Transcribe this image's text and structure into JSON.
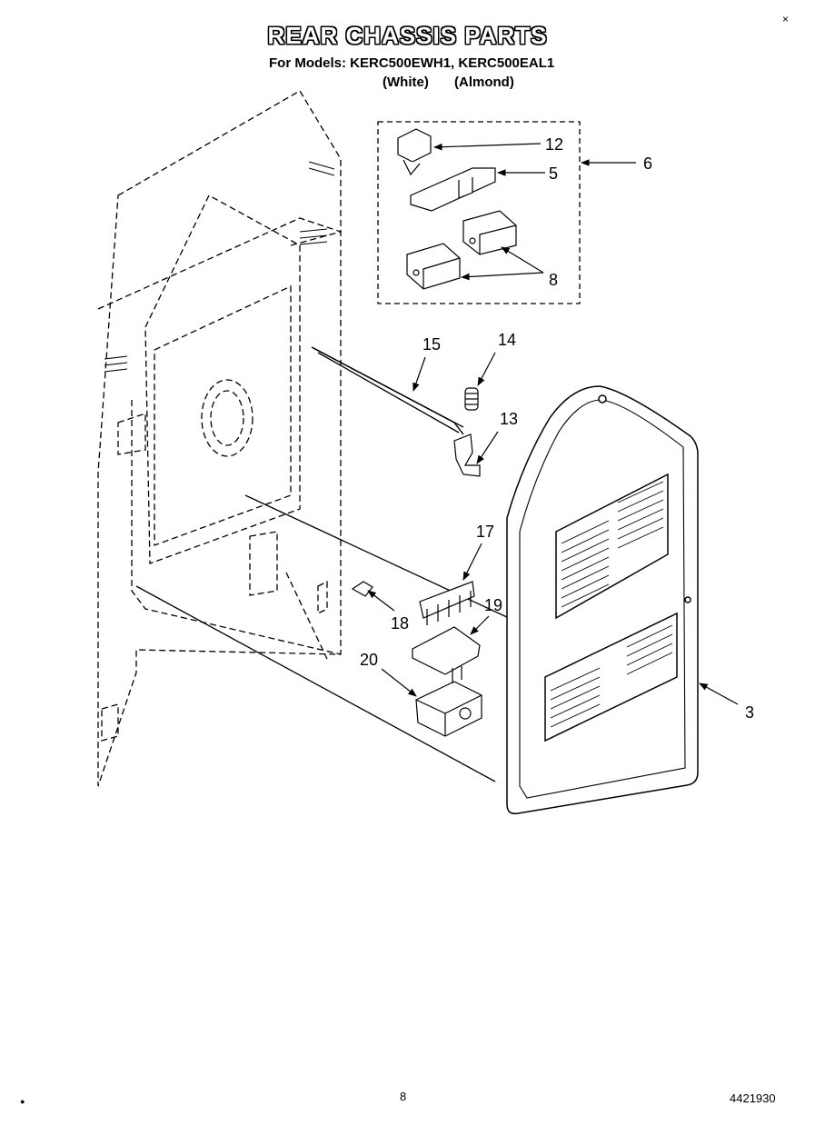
{
  "header": {
    "title": "REAR CHASSIS PARTS",
    "models_line": "For Models: KERC500EWH1, KERC500EAL1",
    "variant_white": "(White)",
    "variant_almond": "(Almond)"
  },
  "callouts": {
    "c12": "12",
    "c5": "5",
    "c6": "6",
    "c8": "8",
    "c15": "15",
    "c14": "14",
    "c13": "13",
    "c17": "17",
    "c19": "19",
    "c18": "18",
    "c20": "20",
    "c3": "3"
  },
  "footer": {
    "page": "8",
    "code": "4421930"
  }
}
